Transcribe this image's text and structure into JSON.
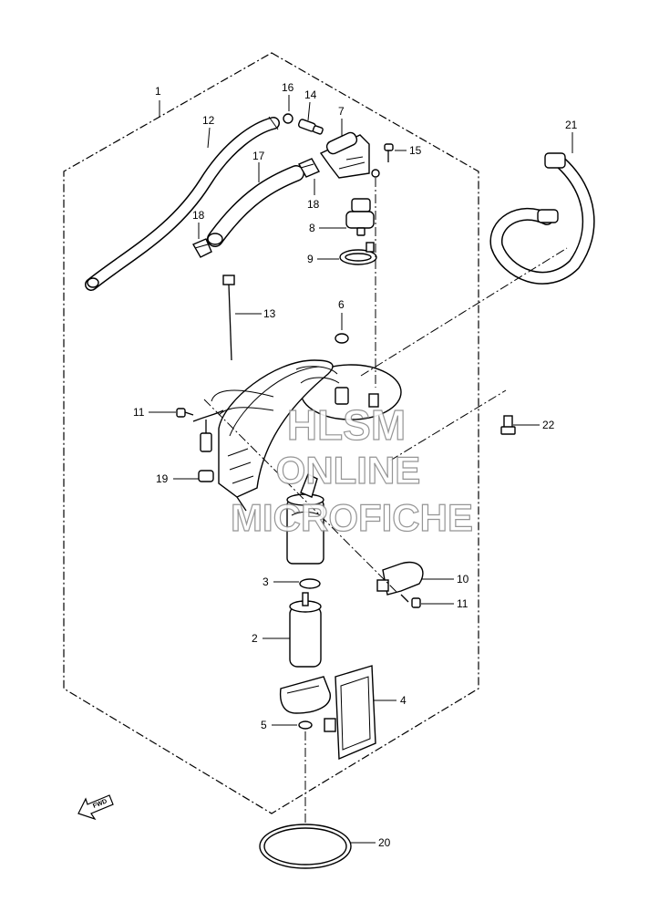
{
  "callouts": [
    {
      "id": "c1",
      "label": "1"
    },
    {
      "id": "c2",
      "label": "2"
    },
    {
      "id": "c3",
      "label": "3"
    },
    {
      "id": "c4",
      "label": "4"
    },
    {
      "id": "c5",
      "label": "5"
    },
    {
      "id": "c6",
      "label": "6"
    },
    {
      "id": "c7",
      "label": "7"
    },
    {
      "id": "c8",
      "label": "8"
    },
    {
      "id": "c9",
      "label": "9"
    },
    {
      "id": "c10",
      "label": "10"
    },
    {
      "id": "c11a",
      "label": "11"
    },
    {
      "id": "c11b",
      "label": "11"
    },
    {
      "id": "c12",
      "label": "12"
    },
    {
      "id": "c13",
      "label": "13"
    },
    {
      "id": "c14",
      "label": "14"
    },
    {
      "id": "c15",
      "label": "15"
    },
    {
      "id": "c16",
      "label": "16"
    },
    {
      "id": "c17",
      "label": "17"
    },
    {
      "id": "c18a",
      "label": "18"
    },
    {
      "id": "c18b",
      "label": "18"
    },
    {
      "id": "c19",
      "label": "19"
    },
    {
      "id": "c20",
      "label": "20"
    },
    {
      "id": "c21",
      "label": "21"
    },
    {
      "id": "c22",
      "label": "22"
    }
  ],
  "fwd_label": "FWD",
  "watermark": [
    "HLSM",
    "ONLINE",
    "MICROFICHE"
  ]
}
